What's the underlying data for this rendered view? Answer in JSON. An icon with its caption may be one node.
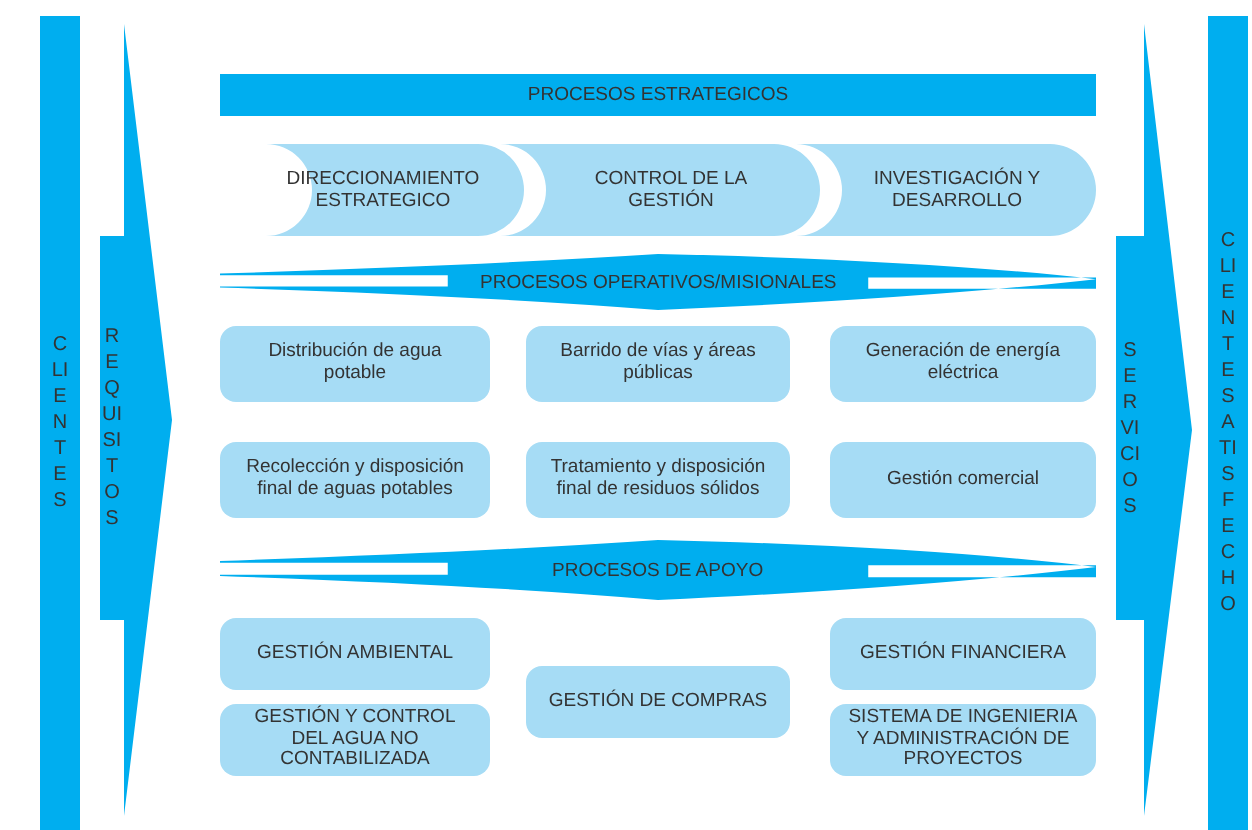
{
  "diagram": {
    "nodes": [
      {
        "text": [
          "CLIENTES"
        ]
      },
      {
        "text": [
          "REQUISITOS"
        ]
      },
      {
        "text": [
          "PROCESOS ESTRATEGICOS"
        ]
      },
      {
        "text": [
          "DIRECCIONAMIENTO ESTRATEGICO"
        ]
      },
      {
        "text": [
          "CONTROL DE LA GESTIÓN"
        ]
      },
      {
        "text": [
          "INVESTIGACIÓN Y DESARROLLO"
        ]
      },
      {
        "text": [
          "PROCESOS OPERATIVOS/MISIONALES"
        ]
      },
      {
        "text": [
          "Distribución de agua potable"
        ]
      },
      {
        "text": [
          "Barrido de vías y áreas públicas"
        ]
      },
      {
        "text": [
          "Generación de energía eléctrica"
        ]
      },
      {
        "text": [
          "Recolección y disposición final de aguas potables"
        ]
      },
      {
        "text": [
          "Tratamiento y disposición final de residuos sólidos"
        ]
      },
      {
        "text": [
          "Gestión comercial"
        ]
      },
      {
        "text": [
          "PROCESOS DE APOYO"
        ]
      },
      {
        "text": [
          "GESTIÓN AMBIENTAL"
        ]
      },
      {
        "text": [
          "GESTIÓN Y CONTROL DEL AGUA NO CONTABILIZADA"
        ]
      },
      {
        "text": [
          "GESTIÓN DE COMPRAS"
        ]
      },
      {
        "text": [
          "GESTIÓN FINANCIERA"
        ]
      },
      {
        "text": [
          "SISTEMA DE INGENIERIA Y ADMINISTRACIÓN DE PROYECTOS"
        ]
      },
      {
        "text": [
          "SERVICIOS"
        ]
      },
      {
        "text": [
          "CLIENTE SATISFECHO"
        ]
      }
    ]
  }
}
